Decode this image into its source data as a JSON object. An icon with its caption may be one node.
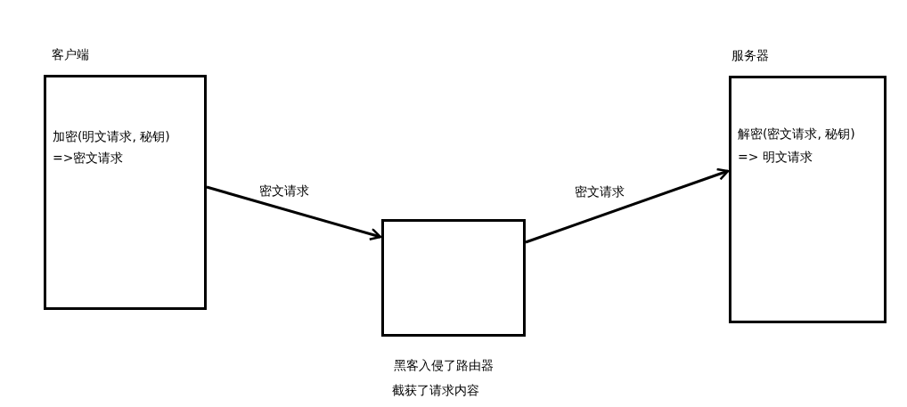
{
  "diagram": {
    "nodes": [
      {
        "text": [
          "客户端",
          "加密(明文请求, 秘钥)",
          "=>密文请求"
        ]
      },
      {
        "text": [],
        "shape": "box",
        "beside": [
          "黑客入侵了路由器",
          "截获了请求内容"
        ]
      },
      {
        "text": [
          "服务器",
          "解密(密文请求, 秘钥)",
          "=> 明文请求"
        ]
      }
    ],
    "edges": [
      {
        "from": 0,
        "to": 1,
        "arrow": "to",
        "label": "密文请求"
      },
      {
        "from": 1,
        "to": 2,
        "arrow": "to",
        "label": "密文请求"
      }
    ]
  }
}
